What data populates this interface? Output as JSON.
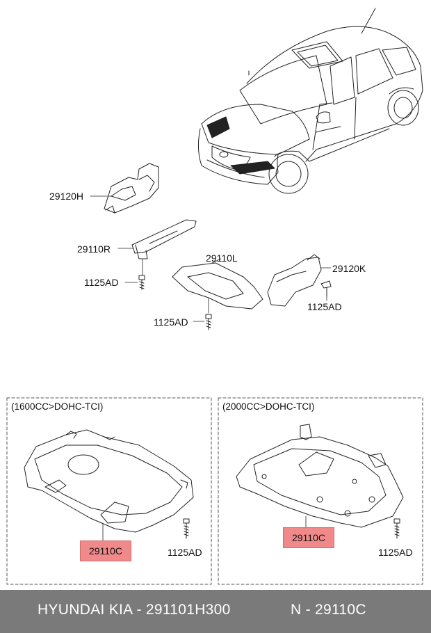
{
  "labels": {
    "p29120H": "29120H",
    "p29110R": "29110R",
    "p1125AD_a": "1125AD",
    "p29110L": "29110L",
    "p29120K": "29120K",
    "p1125AD_b": "1125AD",
    "p1125AD_c": "1125AD"
  },
  "panels": {
    "left_title": "(1600CC>DOHC-TCI)",
    "left_part": "29110C",
    "left_bolt": "1125AD",
    "right_title": "(2000CC>DOHC-TCI)",
    "right_part": "29110C",
    "right_bolt": "1125AD"
  },
  "footer": {
    "brand": "HYUNDAI  KIA - 291101H300",
    "ref": "N - 29110C"
  },
  "colors": {
    "highlight": "#f08a8a",
    "footer_bg": "#7a7a7a",
    "footer_text": "#ffffff"
  }
}
